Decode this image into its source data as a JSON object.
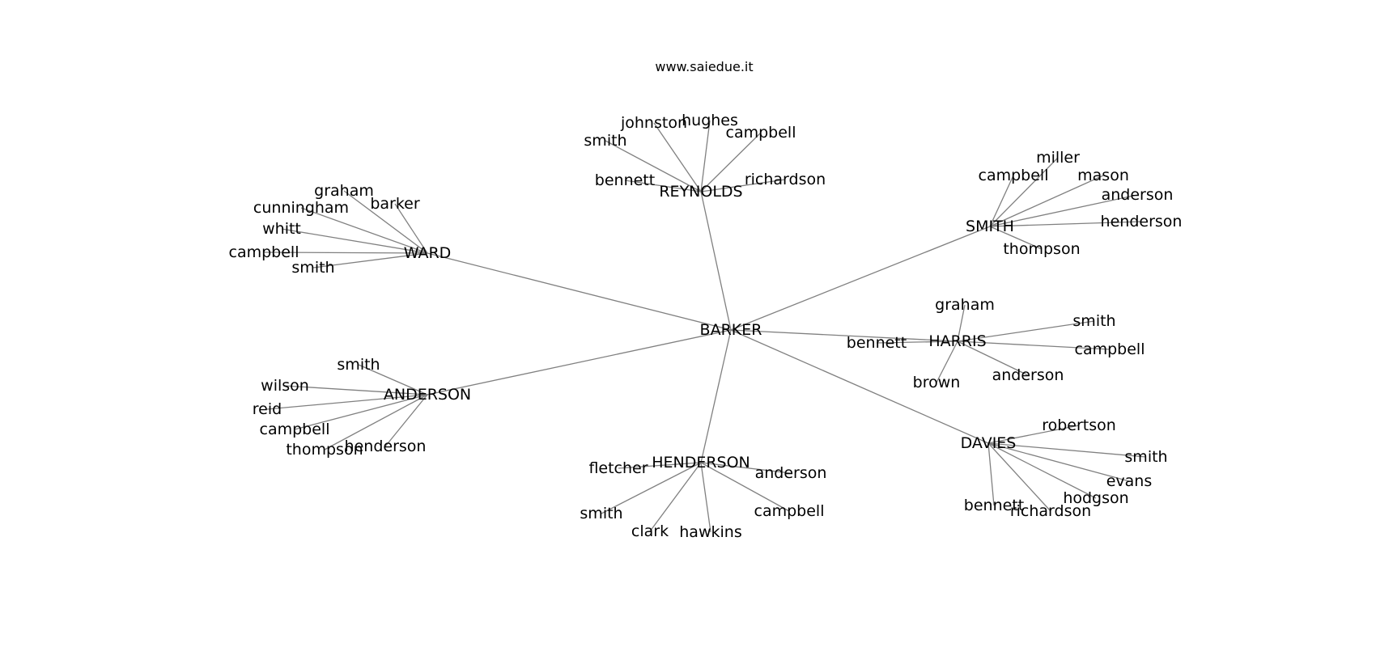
{
  "title": "www.saiedue.it",
  "colors": {
    "edge": "#808080",
    "text": "#000000",
    "background": "#ffffff"
  },
  "root": "BARKER",
  "families": [
    {
      "name": "REYNOLDS",
      "members": [
        "smith",
        "johnston",
        "hughes",
        "campbell",
        "bennett",
        "richardson"
      ]
    },
    {
      "name": "WARD",
      "members": [
        "graham",
        "barker",
        "cunningham",
        "whitt",
        "campbell",
        "smith"
      ]
    },
    {
      "name": "SMITH",
      "members": [
        "campbell",
        "miller",
        "mason",
        "anderson",
        "henderson",
        "thompson"
      ]
    },
    {
      "name": "HARRIS",
      "members": [
        "graham",
        "smith",
        "bennett",
        "campbell",
        "anderson",
        "brown"
      ]
    },
    {
      "name": "ANDERSON",
      "members": [
        "smith",
        "wilson",
        "reid",
        "campbell",
        "thompson",
        "henderson"
      ]
    },
    {
      "name": "HENDERSON",
      "members": [
        "fletcher",
        "anderson",
        "smith",
        "campbell",
        "clark",
        "hawkins"
      ]
    },
    {
      "name": "DAVIES",
      "members": [
        "robertson",
        "smith",
        "evans",
        "hodgson",
        "bennett",
        "richardson"
      ]
    }
  ]
}
